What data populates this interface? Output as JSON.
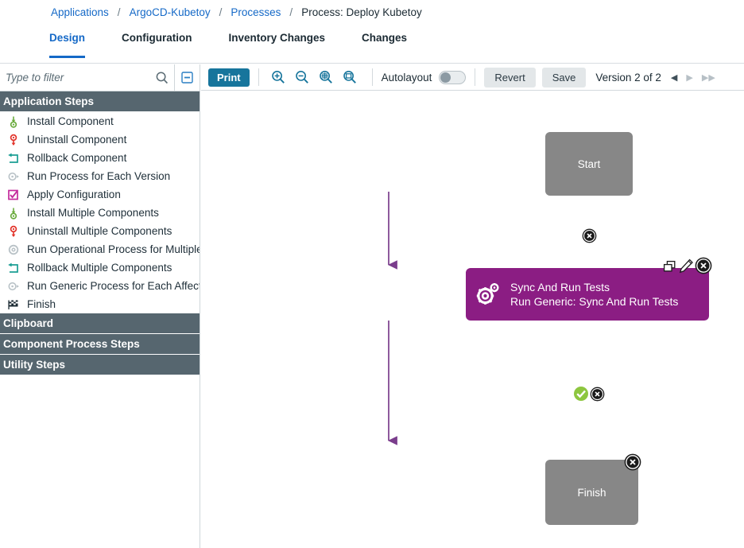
{
  "breadcrumb": {
    "items": [
      {
        "label": "Applications",
        "link": true
      },
      {
        "label": "ArgoCD-Kubetoy",
        "link": true
      },
      {
        "label": "Processes",
        "link": true
      },
      {
        "label": "Process: Deploy Kubetoy",
        "link": false
      }
    ],
    "separator": "/"
  },
  "tabs": [
    {
      "label": "Design",
      "active": true
    },
    {
      "label": "Configuration",
      "active": false
    },
    {
      "label": "Inventory Changes",
      "active": false
    },
    {
      "label": "Changes",
      "active": false
    }
  ],
  "sidebar": {
    "filter": {
      "placeholder": "Type to filter",
      "value": ""
    },
    "search_icon": "search-icon",
    "collapse_icon": "collapse-panel-icon",
    "sections": [
      {
        "title": "Application Steps",
        "expanded": true,
        "items": [
          {
            "label": "Install Component",
            "icon": "install-component-icon"
          },
          {
            "label": "Uninstall Component",
            "icon": "uninstall-component-icon"
          },
          {
            "label": "Rollback Component",
            "icon": "rollback-component-icon"
          },
          {
            "label": "Run Process for Each Version",
            "icon": "run-process-each-version-icon"
          },
          {
            "label": "Apply Configuration",
            "icon": "apply-configuration-icon"
          },
          {
            "label": "Install Multiple Components",
            "icon": "install-multiple-components-icon"
          },
          {
            "label": "Uninstall Multiple Components",
            "icon": "uninstall-multiple-components-icon"
          },
          {
            "label": "Run Operational Process for Multiple",
            "icon": "run-operational-process-icon"
          },
          {
            "label": "Rollback Multiple Components",
            "icon": "rollback-multiple-components-icon"
          },
          {
            "label": "Run Generic Process for Each Affect",
            "icon": "run-generic-process-icon"
          },
          {
            "label": "Finish",
            "icon": "finish-flag-icon"
          }
        ]
      },
      {
        "title": "Clipboard",
        "expanded": false,
        "items": []
      },
      {
        "title": "Component Process Steps",
        "expanded": false,
        "items": []
      },
      {
        "title": "Utility Steps",
        "expanded": false,
        "items": []
      }
    ]
  },
  "toolbar": {
    "print_label": "Print",
    "zoom_buttons": [
      {
        "icon": "zoom-in-icon",
        "name": "zoom-in-button"
      },
      {
        "icon": "zoom-out-icon",
        "name": "zoom-out-button"
      },
      {
        "icon": "zoom-fit-icon",
        "name": "zoom-fit-button"
      },
      {
        "icon": "zoom-actual-size-icon",
        "name": "zoom-actual-size-button"
      }
    ],
    "autolayout_label": "Autolayout",
    "autolayout_on": false,
    "revert_label": "Revert",
    "save_label": "Save",
    "version_label": "Version 2 of 2",
    "nav": [
      {
        "icon": "prev-version-arrow",
        "glyph": "◀",
        "enabled": true
      },
      {
        "icon": "next-version-arrow",
        "glyph": "▶",
        "enabled": false
      },
      {
        "icon": "last-version-arrow",
        "glyph": "▶▶",
        "enabled": false
      }
    ]
  },
  "diagram": {
    "nodes": [
      {
        "id": "start",
        "type": "terminal",
        "label": "Start",
        "sublabel": "",
        "color": "#878787"
      },
      {
        "id": "sync",
        "type": "task",
        "label": "Sync And Run Tests",
        "sublabel": "Run Generic: Sync And Run Tests",
        "color": "#8b1d83"
      },
      {
        "id": "finish",
        "type": "terminal",
        "label": "Finish",
        "sublabel": "",
        "color": "#878787"
      }
    ],
    "edges": [
      {
        "from": "start",
        "to": "sync",
        "badges": [
          "delete-edge-icon"
        ]
      },
      {
        "from": "sync",
        "to": "finish",
        "badges": [
          "success-condition-icon",
          "delete-edge-icon"
        ]
      }
    ],
    "node_actions": [
      "copy-step-icon",
      "edit-step-icon",
      "delete-step-icon"
    ],
    "edge_color": "#7a3d8c"
  },
  "colors": {
    "accent_blue": "#1569c7",
    "print_blue": "#17759c",
    "section_gray": "#56666f",
    "terminal_gray": "#878787",
    "task_purple": "#8b1d83",
    "success_green": "#8dc63f"
  }
}
